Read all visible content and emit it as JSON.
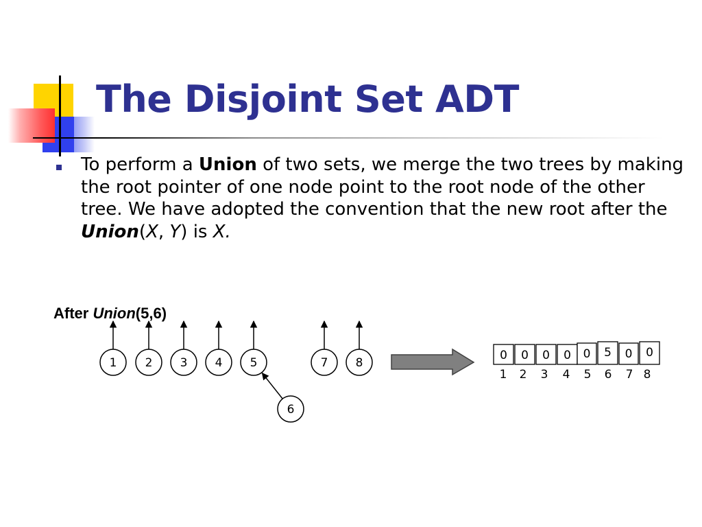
{
  "slide": {
    "title": "The Disjoint Set ADT",
    "bullet": {
      "text_1": "To perform a ",
      "union_bold": "Union",
      "text_2": " of two sets, we merge the two trees by making the root pointer of one node point to the root node of the other tree. We have adopted the convention that the new root after the ",
      "union_bold_italic": "Union",
      "paren_open": "(",
      "x": "X",
      "comma": ", ",
      "y": "Y",
      "paren_close_is": ") is ",
      "x_end": "X."
    }
  },
  "caption": {
    "prefix": "After ",
    "op": "Union",
    "args": "(5,6)"
  },
  "tree": {
    "nodes": [
      "1",
      "2",
      "3",
      "4",
      "5",
      "6",
      "7",
      "8"
    ],
    "roots": [
      "1",
      "2",
      "3",
      "4",
      "5",
      "7",
      "8"
    ],
    "edges": [
      {
        "child": "6",
        "parent": "5"
      }
    ]
  },
  "array": {
    "values": [
      "0",
      "0",
      "0",
      "0",
      "0",
      "5",
      "0",
      "0"
    ],
    "indices": [
      "1",
      "2",
      "3",
      "4",
      "5",
      "6",
      "7",
      "8"
    ]
  },
  "colors": {
    "title": "#2e3191",
    "bullet": "#2e3191",
    "arrow_fill": "#808080"
  }
}
